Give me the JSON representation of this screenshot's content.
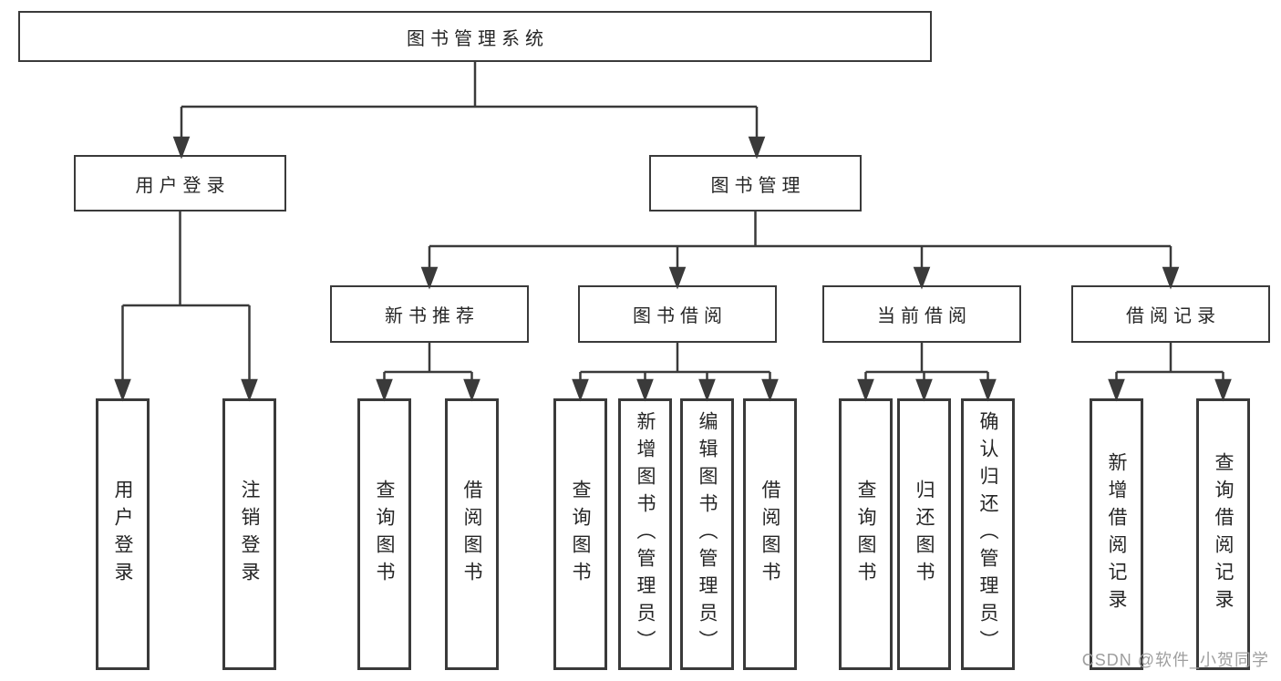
{
  "tree": {
    "label": "图书管理系统",
    "children": [
      {
        "label": "用户登录",
        "children": [
          {
            "label": "用户登录"
          },
          {
            "label": "注销登录"
          }
        ]
      },
      {
        "label": "图书管理",
        "children": [
          {
            "label": "新书推荐",
            "children": [
              {
                "label": "查询图书"
              },
              {
                "label": "借阅图书"
              }
            ]
          },
          {
            "label": "图书借阅",
            "children": [
              {
                "label": "查询图书"
              },
              {
                "label": "新增图书（管理员）"
              },
              {
                "label": "编辑图书（管理员）"
              },
              {
                "label": "借阅图书"
              }
            ]
          },
          {
            "label": "当前借阅",
            "children": [
              {
                "label": "查询图书"
              },
              {
                "label": "归还图书"
              },
              {
                "label": "确认归还（管理员）"
              }
            ]
          },
          {
            "label": "借阅记录",
            "children": [
              {
                "label": "新增借阅记录"
              },
              {
                "label": "查询借阅记录"
              }
            ]
          }
        ]
      }
    ]
  },
  "watermark": "CSDN @软件_小贺同学",
  "colors": {
    "line": "#3a3a3a",
    "text": "#262626",
    "watermark": "#9e9e9e",
    "background": "#ffffff"
  }
}
